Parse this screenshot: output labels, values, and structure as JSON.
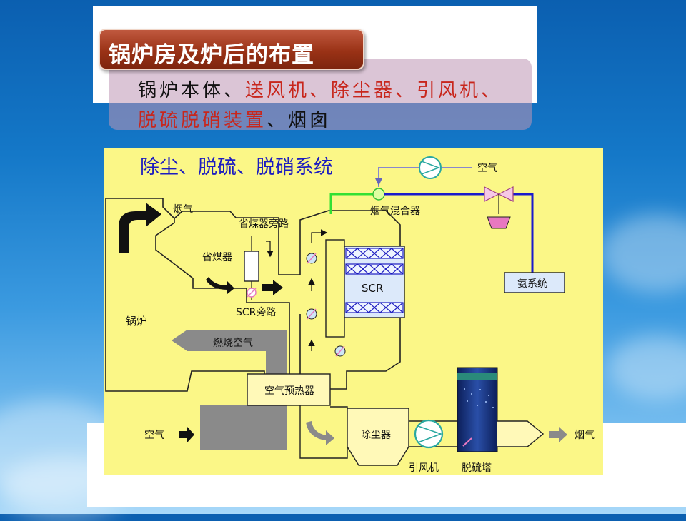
{
  "slide": {
    "title": "锅炉房及炉后的布置",
    "subtitle_line1": [
      {
        "text": "锅炉本体、",
        "color": "black"
      },
      {
        "text": "送风机、除尘器、引风机、",
        "color": "red"
      }
    ],
    "subtitle_line2": [
      {
        "text": "脱硫脱硝装置",
        "color": "red"
      },
      {
        "text": "、烟囱",
        "color": "black"
      }
    ]
  },
  "diagram": {
    "title": "除尘、脱硫、脱硝系统",
    "labels": {
      "boiler": "锅炉",
      "flue_gas_top": "烟气",
      "economizer_bypass": "省煤器旁路",
      "economizer": "省煤器",
      "scr_bypass": "SCR旁路",
      "scr": "SCR",
      "combustion_air": "燃烧空气",
      "air_preheater": "空气预热器",
      "air_in": "空气",
      "dust_collector": "除尘器",
      "induced_fan": "引风机",
      "desulfurization_tower": "脱硫塔",
      "flue_gas_out": "烟气",
      "air_top": "空气",
      "flue_gas_mixer": "烟气混合器",
      "ammonia_system": "氨系统"
    },
    "colors": {
      "background": "#fbf787",
      "scr_box": "#dce9fa",
      "ammonia_line": "#1a1acc",
      "green_line": "#33e033",
      "valve_pink": "#e878c0",
      "arrow_dark": "#111111",
      "duct_gray": "#8a8a8a"
    }
  }
}
